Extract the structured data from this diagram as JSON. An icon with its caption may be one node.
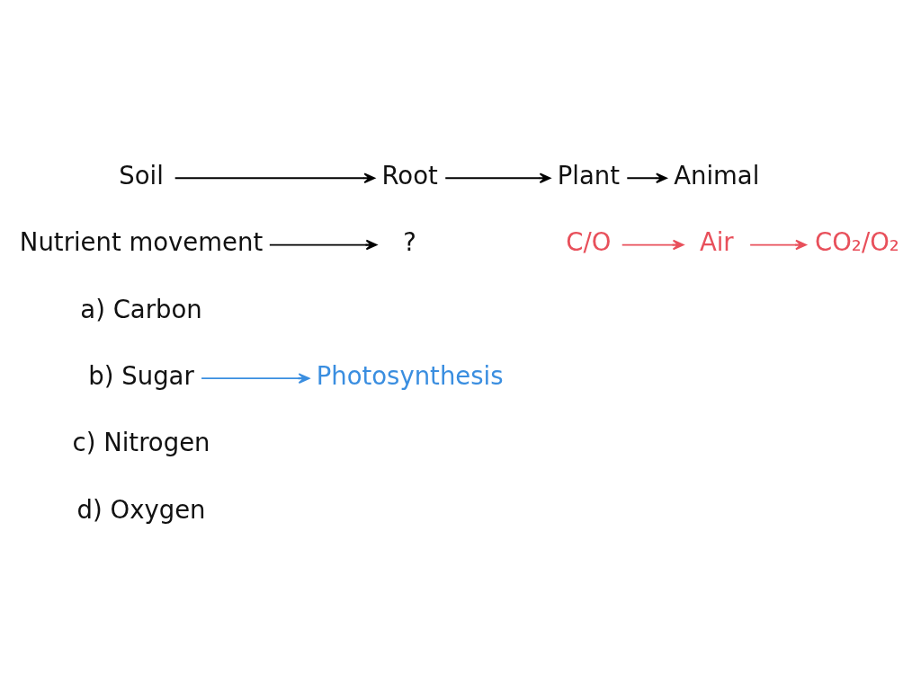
{
  "diagram": {
    "nodes": [
      {
        "text": [
          "Soil"
        ]
      },
      {
        "text": [
          "Root"
        ]
      },
      {
        "text": [
          "Plant"
        ]
      },
      {
        "text": [
          "Animal"
        ]
      },
      {
        "text": [
          "Nutrient movement"
        ]
      },
      {
        "text": [
          "?"
        ]
      },
      {
        "text": [
          "C/O"
        ]
      },
      {
        "text": [
          "Air"
        ]
      },
      {
        "text": [
          "CO₂/O₂"
        ]
      },
      {
        "text": [
          "b) Sugar"
        ]
      },
      {
        "text": [
          "Photosynthesis"
        ]
      }
    ],
    "edges": [
      {
        "from": 0,
        "to": 1,
        "arrow": "to"
      },
      {
        "from": 1,
        "to": 2,
        "arrow": "to"
      },
      {
        "from": 2,
        "to": 3,
        "arrow": "to"
      },
      {
        "from": 4,
        "to": 5,
        "arrow": "to"
      },
      {
        "from": 6,
        "to": 7,
        "arrow": "to",
        "color": "#e8505b"
      },
      {
        "from": 7,
        "to": 8,
        "arrow": "to",
        "color": "#e8505b"
      },
      {
        "from": 9,
        "to": 10,
        "arrow": "to",
        "color": "#3a8ee0"
      }
    ],
    "labels": [
      "a) Carbon",
      "c) Nitrogen",
      "d) Oxygen"
    ]
  }
}
